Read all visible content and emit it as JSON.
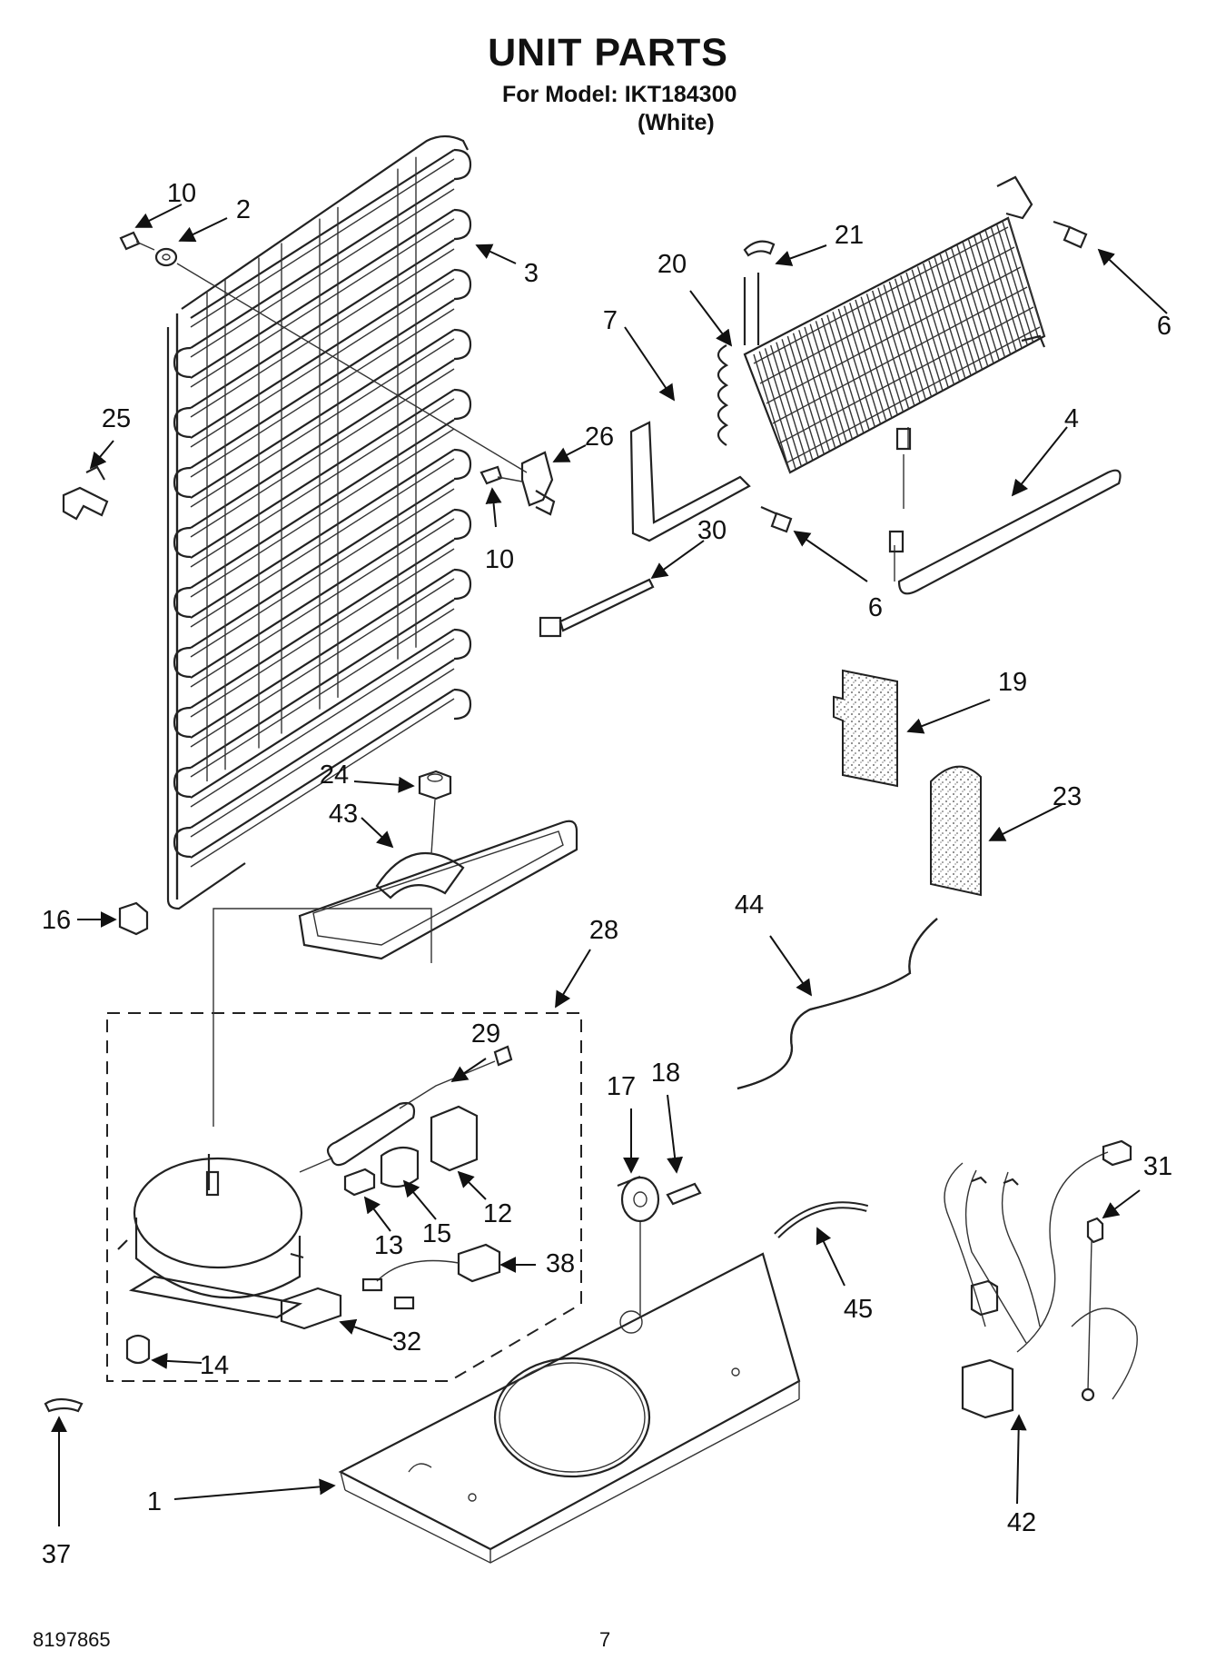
{
  "header": {
    "title": "UNIT PARTS",
    "model_line": "For Model: IKT184300",
    "variant": "(White)"
  },
  "footer": {
    "doc_number": "8197865",
    "page_number": "7"
  },
  "callouts": [
    "10",
    "2",
    "3",
    "21",
    "20",
    "6",
    "7",
    "25",
    "26",
    "4",
    "10",
    "30",
    "6",
    "19",
    "24",
    "43",
    "23",
    "16",
    "44",
    "28",
    "29",
    "17",
    "18",
    "31",
    "12",
    "13",
    "15",
    "38",
    "45",
    "32",
    "14",
    "1",
    "42",
    "37"
  ]
}
